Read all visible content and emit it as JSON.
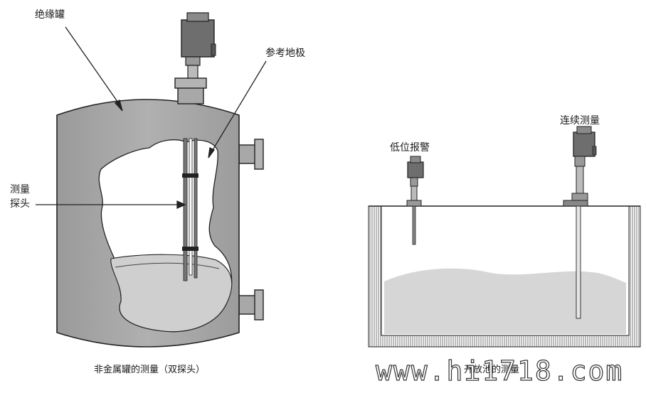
{
  "labels": {
    "insulated_tank": "绝缘罐",
    "reference_electrode": "参考地极",
    "probe_line1": "测量",
    "probe_line2": "探头",
    "low_alarm": "低位报警",
    "continuous": "连续测量"
  },
  "captions": {
    "left": "非金属罐的测量（双探头）",
    "right": "开放池的测量"
  },
  "watermark": "www.hi1718.com",
  "colors": {
    "tank_body": "#aaaaaa",
    "liquid_area": "#cfcfcf",
    "cutaway": "#ffffff",
    "housing": "#6e6e6e",
    "outline": "#222222"
  }
}
